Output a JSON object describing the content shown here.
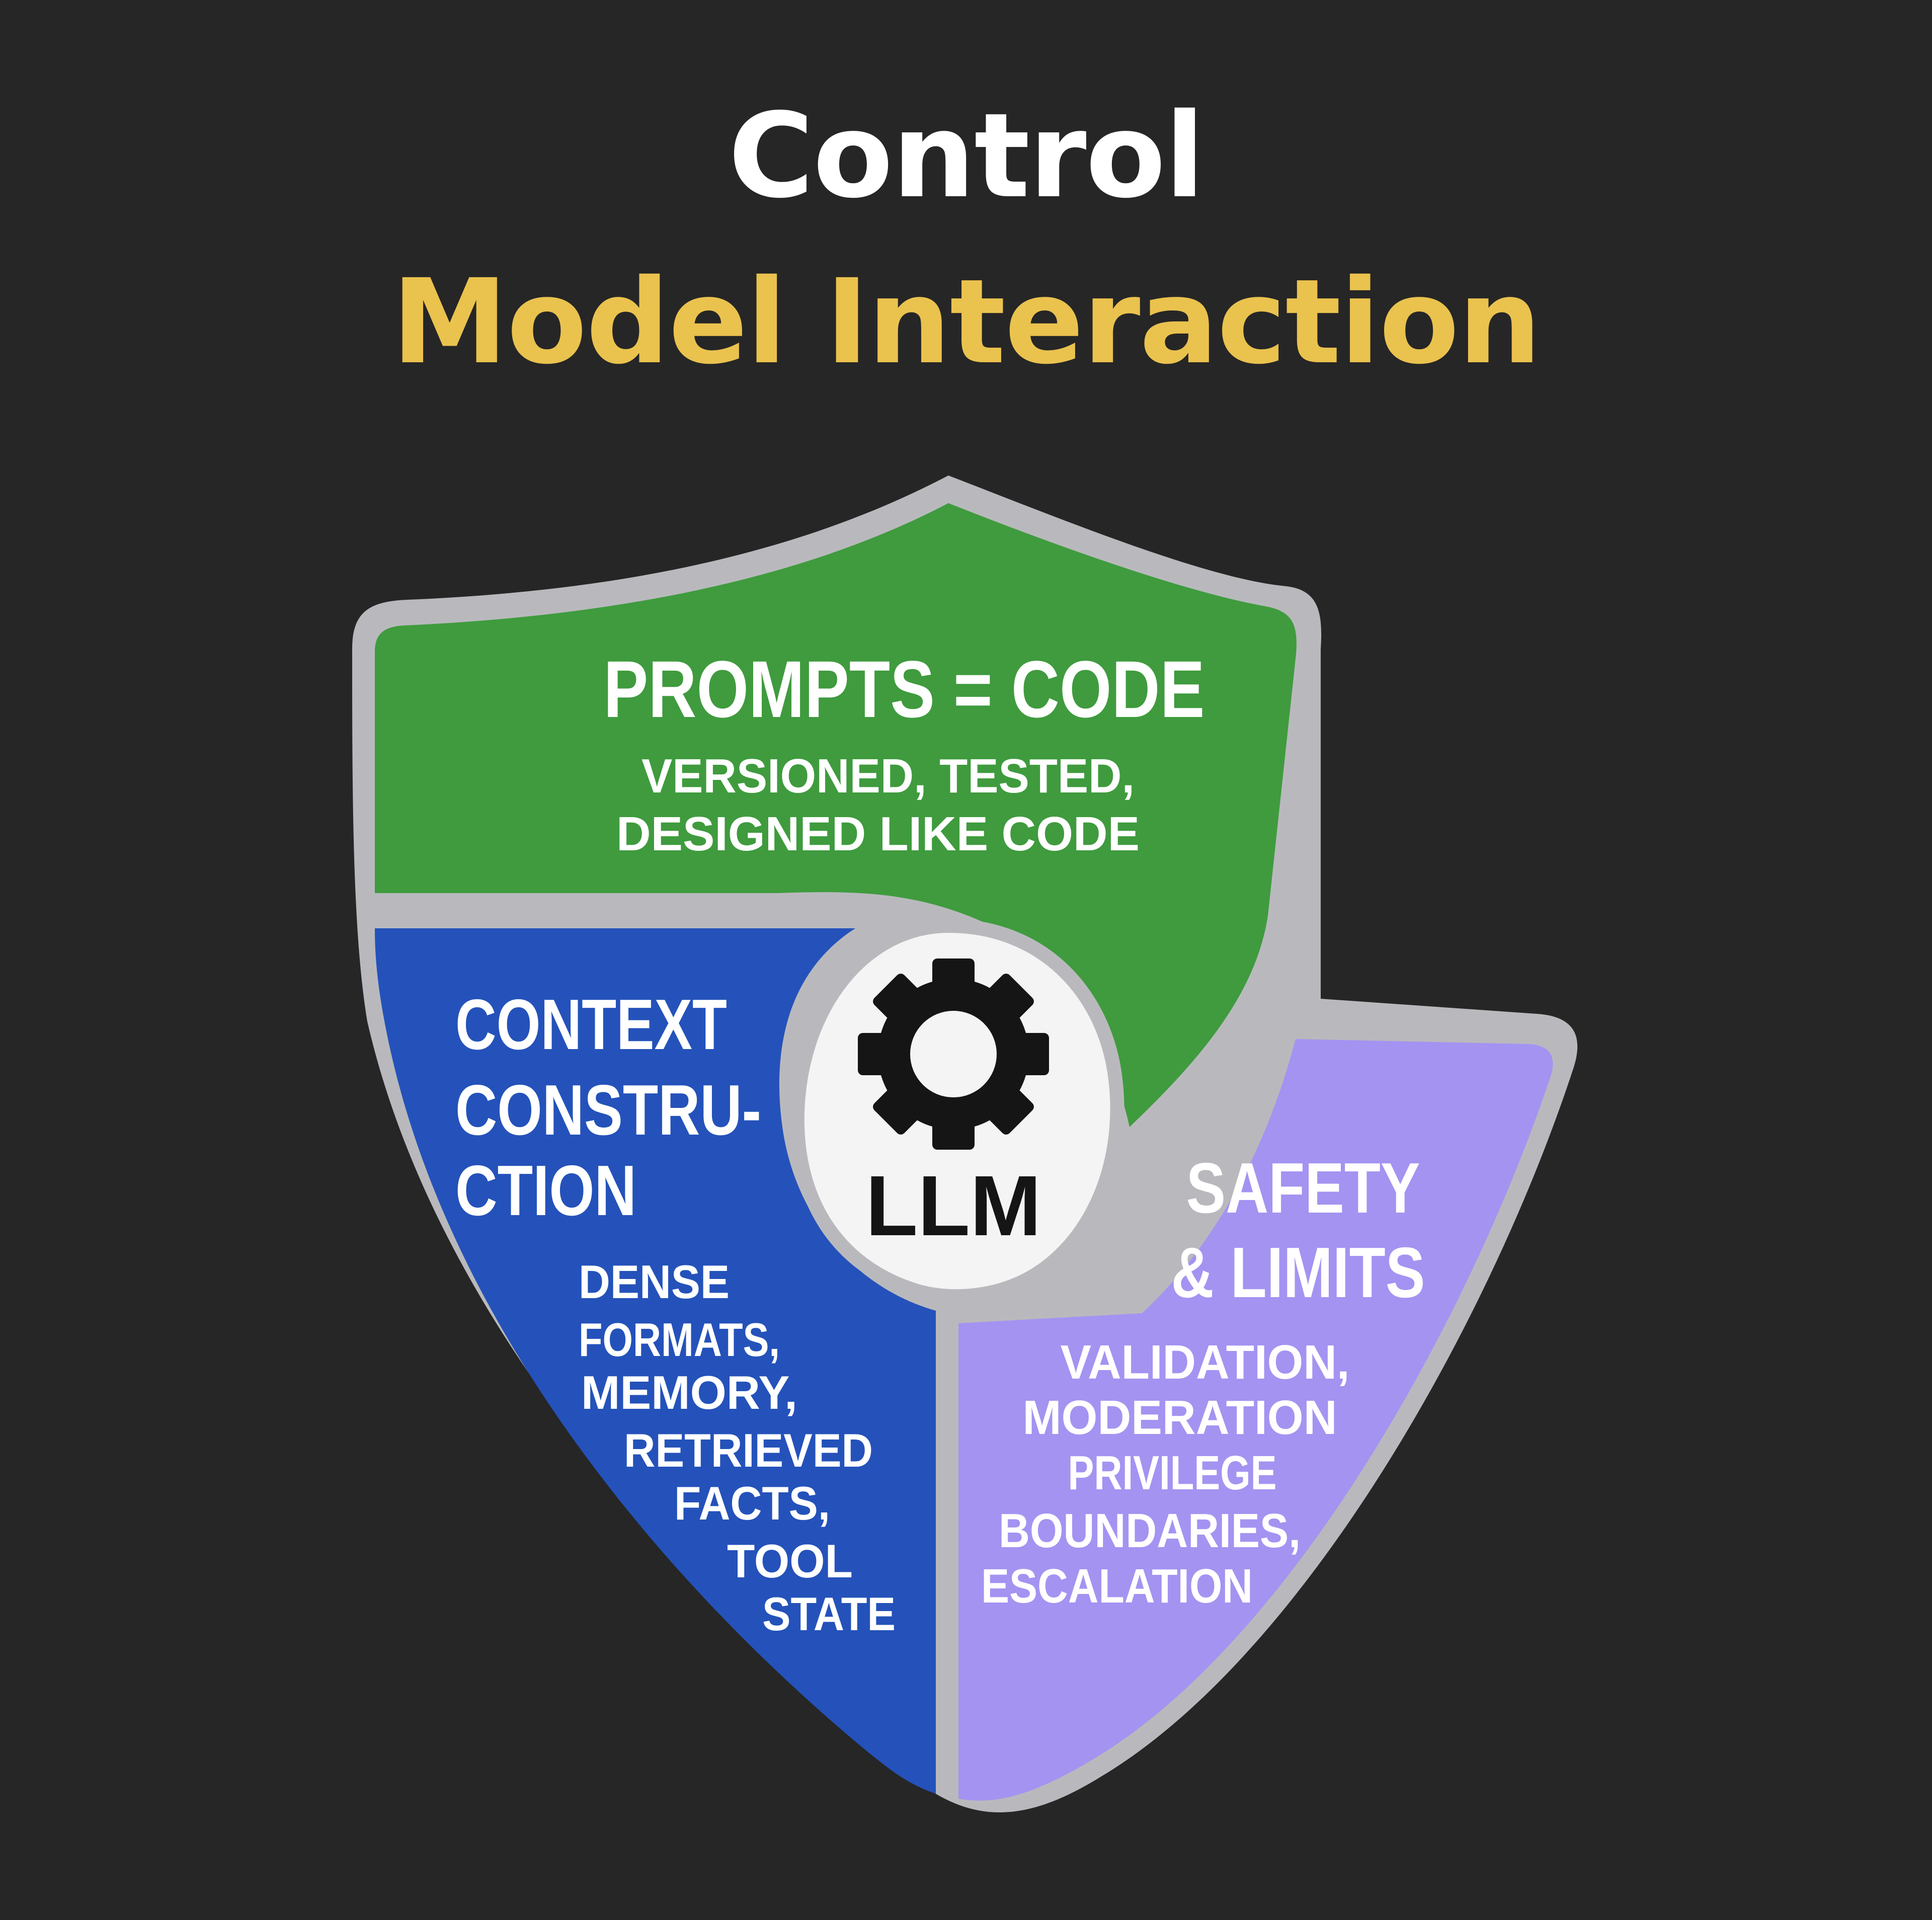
{
  "colors": {
    "background": "#262626",
    "title": "#ffffff",
    "subtitle": "#eac24e",
    "outline": "#b9b9bd",
    "green": "#3f9b3e",
    "blue": "#2452ba",
    "purple": "#a493f1",
    "hub": "#f4f4f4",
    "icon": "#151515",
    "panel_text": "#ffffff"
  },
  "title": {
    "line1": "Control",
    "line2": "Model Interaction"
  },
  "hub": {
    "icon": "gear-icon",
    "label": "LLM"
  },
  "sections": {
    "prompts": {
      "heading": "PROMPTS = CODE",
      "body": [
        "VERSIONED, TESTED,",
        "DESIGNED LIKE CODE"
      ]
    },
    "context": {
      "heading": [
        "CONTEXT",
        "CONSTRU-",
        "CTION"
      ],
      "body": [
        "DENSE",
        "FORMATS,",
        "MEMORY,",
        "RETRIEVED",
        "FACTS,",
        "TOOL",
        "STATE"
      ]
    },
    "safety": {
      "heading": [
        "SAFETY",
        "& LIMITS"
      ],
      "body": [
        "VALIDATION,",
        "MODERATION",
        "PRIVILEGE",
        "BOUNDARIES,",
        "ESCALATION"
      ]
    }
  }
}
